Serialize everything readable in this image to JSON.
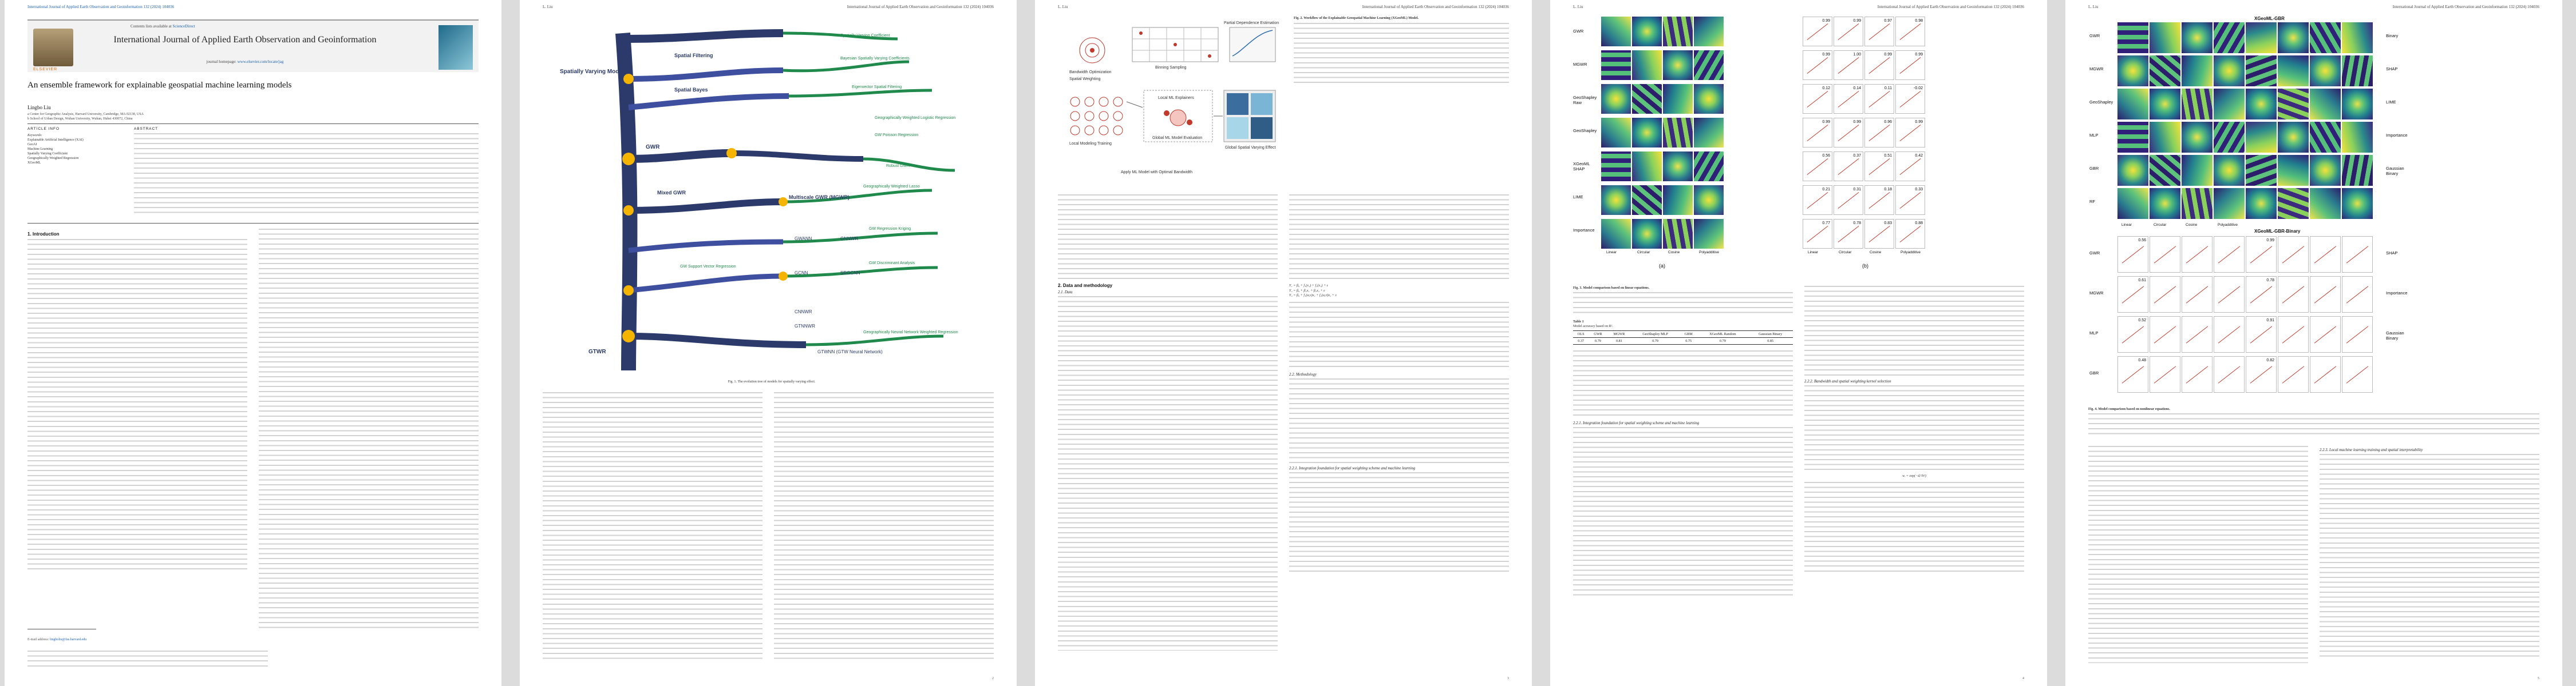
{
  "pages": {
    "p1": {
      "journal_run": "International Journal of Applied Earth Observation and Geoinformation 132 (2024) 104036",
      "contents_prefix": "Contents lists available at",
      "contents_link": "ScienceDirect",
      "journal_title": "International Journal of Applied Earth Observation and Geoinformation",
      "journal_home_prefix": "journal homepage:",
      "journal_home_link": "www.elsevier.com/locate/jag",
      "publisher": "ELSEVIER",
      "paper_title": "An ensemble framework for explainable geospatial machine learning models",
      "author": "Lingbo Liu",
      "affil_a": "a Center for Geographic Analysis, Harvard University, Cambridge, MA 02138, USA",
      "affil_b": "b School of Urban Design, Wuhan University, Wuhan, Hubei 430072, China",
      "article_info_label": "ARTICLE INFO",
      "keywords_label": "Keywords:",
      "keywords": [
        "Explainable Artificial Intelligence (XAI)",
        "GeoAI",
        "Machine Learning",
        "Spatially Varying Coefficient",
        "Geographically Weighted Regression",
        "XGeoML"
      ],
      "abstract_label": "ABSTRACT",
      "intro_heading": "1. Introduction",
      "email_label": "E-mail address:",
      "email": "lingboliu@fas.harvard.edu"
    },
    "p2": {
      "page_num": "L. Liu",
      "journal_run": "International Journal of Applied Earth Observation and Geoinformation 132 (2024) 104036",
      "fig_caption": "Fig. 1. The evolution tree of models for spatially varying effect.",
      "model_main": "Spatially Varying Model",
      "branches": [
        "Spatial Filtering",
        "Spatial Bayes",
        "GWR",
        "Mixed GWR",
        "Multiscale GWR (MGWR)",
        "GTWR",
        "GWANN",
        "GNNWR",
        "GCNN",
        "SRGCNN",
        "CNNWR",
        "GTNNWR",
        "GTWNN (GTW Neural Network)"
      ],
      "right_labels": [
        "Spatially Varying Coefficient",
        "Bayesian Spatially Varying Coefficients",
        "Eigenvector Spatial Filtering",
        "Geographically Weighted Logistic Regression",
        "GW Poisson Regression",
        "Robust GWR",
        "Geographically Weighted Lasso",
        "GW Regression Kriging",
        "GW Discriminant Analysis",
        "GW Support Vector Regression",
        "Geographically Neural Network Weighted Regression"
      ]
    },
    "p3": {
      "page_num": "L. Liu",
      "journal_run": "International Journal of Applied Earth Observation and Geoinformation 132 (2024) 104036",
      "fig_caption": "Fig. 2. Workflow of the Explainable Geospatial Machine Learning (XGeoML) Model.",
      "flow_labels": [
        "Partial Dependence Estimation",
        "Binning Sampling",
        "Bandwidth Optimization",
        "Spatial Weighting",
        "Local Modeling Training",
        "Local ML Explainers",
        "Global ML Model Evaluation",
        "Apply ML Model with Optimal Bandwidth",
        "Global Spatial Varying Effect"
      ],
      "section_2": "2. Data and methodology",
      "section_21": "2.1. Data",
      "section_22": "2.2. Methodology",
      "section_221": "2.2.1. Integration foundation for spatial weighting scheme and machine learning",
      "equations": [
        "Y₁ = β₀ + f₁(x₁) + f₂(x₂) + ε",
        "Y₂ = β₀ + β₁x₁ + β₂x₂ + ε",
        "Y₃ = β₀ + f₁(u,v)x₁ + f₂(u,v)x₂ + ε"
      ]
    },
    "p4": {
      "page_num": "L. Liu",
      "journal_run": "International Journal of Applied Earth Observation and Geoinformation 132 (2024) 104036",
      "row_labels": [
        "GWR",
        "MGWR",
        "GeoShapley Raw",
        "GeoShapley",
        "XGeoML SHAP",
        "LIME",
        "Importance"
      ],
      "col_labels": [
        "Linear",
        "Circular",
        "Cosine",
        "Polyadditive"
      ],
      "scatter_values": [
        [
          "0.99",
          "0.99",
          "0.97",
          "0.98"
        ],
        [
          "0.99",
          "1.00",
          "0.99",
          "0.99"
        ],
        [
          "0.12",
          "0.14",
          "0.11",
          "-0.02"
        ],
        [
          "0.99",
          "0.99",
          "0.96",
          "0.99"
        ],
        [
          "0.56",
          "0.37",
          "0.51",
          "0.42"
        ],
        [
          "0.21",
          "0.31",
          "0.18",
          "0.33"
        ],
        [
          "0.77",
          "0.78",
          "0.83",
          "0.88"
        ]
      ],
      "sub_a": "(a)",
      "sub_b": "(b)",
      "fig_caption": "Fig. 3. Model comparison based on linear equations.",
      "table_title": "Table 1",
      "table_subtitle": "Model accuracy based on R².",
      "table_headers": [
        "OLS",
        "GWR",
        "MGWR",
        "GeoShapley MLP",
        "GBM",
        "XGeoML Random",
        "Gaussian Binary"
      ],
      "table_row": [
        "0.37",
        "0.79",
        "0.81",
        "0.79",
        "0.75",
        "0.79",
        "0.85"
      ],
      "section_222": "2.2.2. Bandwidth and spatial weighting kernel selection",
      "equation_w": "wᵢ = exp(−dᵢ²/h²)"
    },
    "p5": {
      "page_num": "L. Liu",
      "journal_run": "International Journal of Applied Earth Observation and Geoinformation 132 (2024) 104036",
      "top_panel_title": "XGeoML-GBR",
      "top_row_labels": [
        "GWR",
        "MGWR",
        "GeoShapley",
        "MLP",
        "GBR",
        "RF"
      ],
      "top_right_labels": [
        "Binary",
        "SHAP",
        "LIME",
        "Importance",
        "Gaussian Binary"
      ],
      "col_labels": [
        "Linear",
        "Circular",
        "Cosine",
        "Polyadditive"
      ],
      "bottom_panel_title": "XGeoML-GBR-Binary",
      "bottom_row_labels": [
        "GWR",
        "MGWR",
        "MLP",
        "GBR"
      ],
      "bottom_right_labels": [
        "SHAP",
        "Importance",
        "Gaussian Binary"
      ],
      "bottom_values": [
        "0.56",
        "0.99",
        "0.61",
        "0.78",
        "0.52",
        "0.91",
        "0.48",
        "0.82"
      ],
      "fig_caption": "Fig. 4. Model comparison based on nonlinear equations.",
      "section_223": "2.2.3. Local machine learning training and spatial interpretability"
    }
  }
}
